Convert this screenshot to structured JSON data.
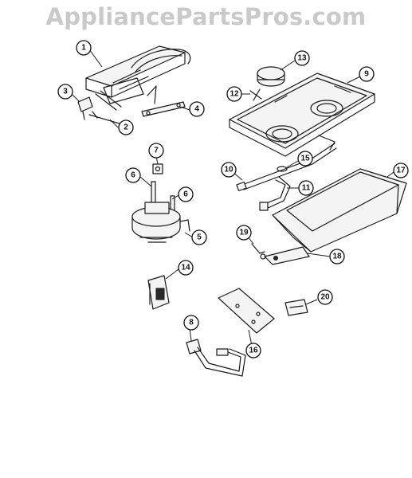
{
  "watermark": "AppliancePartsPros.com",
  "callouts": [
    {
      "number": "1"
    },
    {
      "number": "2"
    },
    {
      "number": "3"
    },
    {
      "number": "4"
    },
    {
      "number": "5"
    },
    {
      "number": "6"
    },
    {
      "number": "6"
    },
    {
      "number": "7"
    },
    {
      "number": "8"
    },
    {
      "number": "9"
    },
    {
      "number": "10"
    },
    {
      "number": "11"
    },
    {
      "number": "12"
    },
    {
      "number": "13"
    },
    {
      "number": "14"
    },
    {
      "number": "15"
    },
    {
      "number": "16"
    },
    {
      "number": "17"
    },
    {
      "number": "18"
    },
    {
      "number": "19"
    },
    {
      "number": "20"
    }
  ]
}
